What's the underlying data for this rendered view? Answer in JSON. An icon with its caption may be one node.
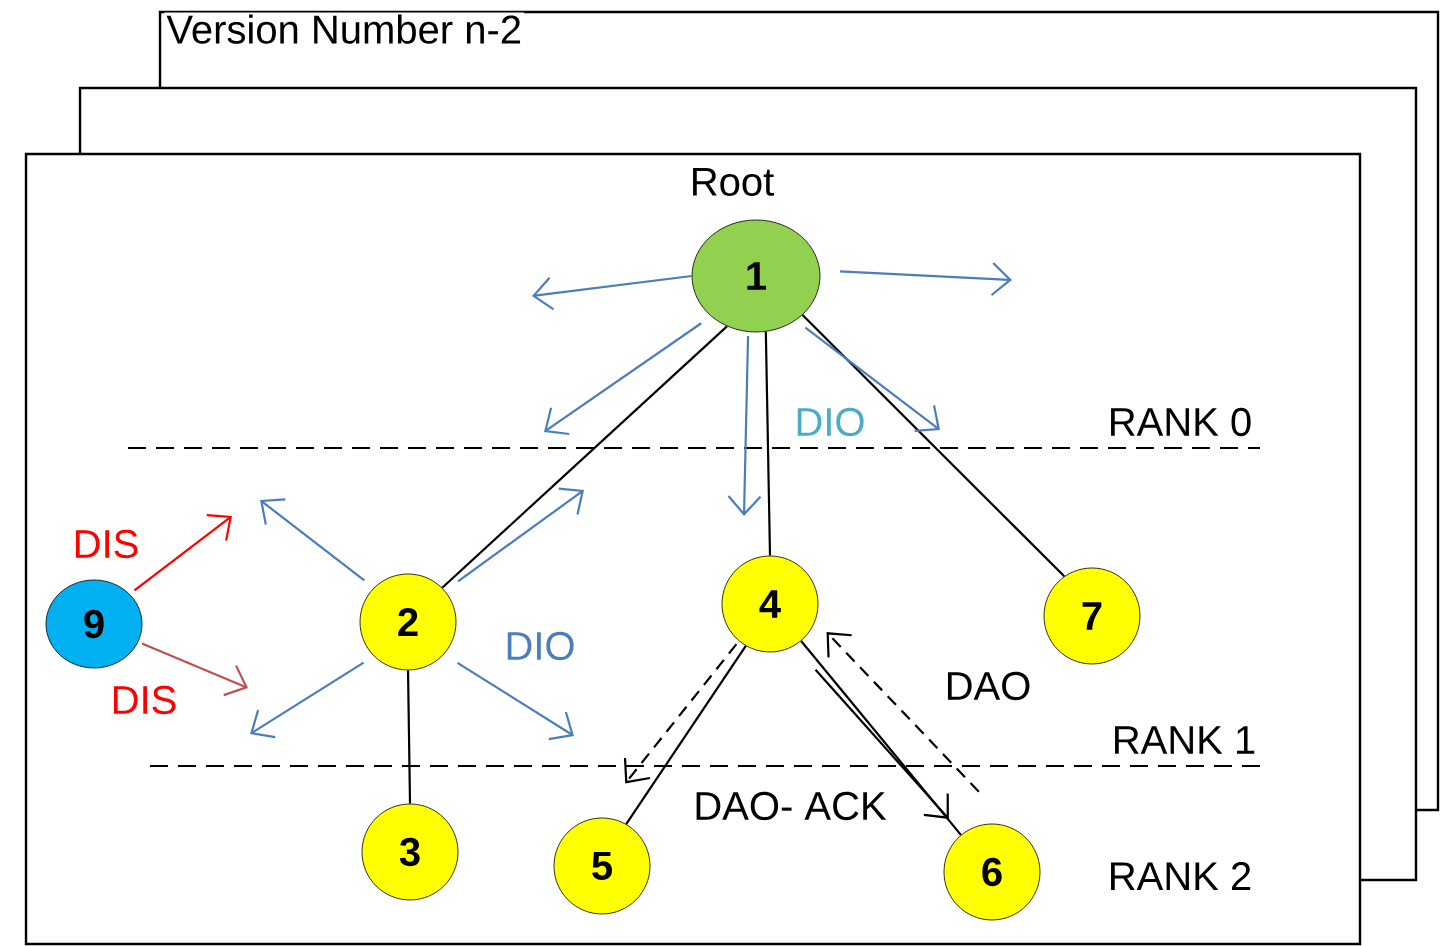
{
  "diagram": {
    "nodes": [
      {
        "text": [
          "1"
        ],
        "beside": [
          "Root"
        ]
      },
      {
        "text": [
          "2"
        ]
      },
      {
        "text": [
          "4"
        ]
      },
      {
        "text": [
          "7"
        ]
      },
      {
        "text": [
          "9"
        ]
      },
      {
        "text": [
          "3"
        ]
      },
      {
        "text": [
          "5"
        ]
      },
      {
        "text": [
          "6"
        ]
      }
    ],
    "edges": [
      {
        "from": 0,
        "to": 1,
        "arrow": "none"
      },
      {
        "from": 0,
        "to": 2,
        "arrow": "none"
      },
      {
        "from": 0,
        "to": 3,
        "arrow": "none"
      },
      {
        "from": 1,
        "to": 5,
        "arrow": "none"
      },
      {
        "from": 2,
        "to": 6,
        "arrow": "none"
      },
      {
        "from": 2,
        "to": 7,
        "arrow": "none"
      },
      {
        "from": 0,
        "to": null,
        "arrow": "to",
        "color": "#4a7ebb"
      },
      {
        "from": 0,
        "to": null,
        "arrow": "to",
        "color": "#4a7ebb"
      },
      {
        "from": 0,
        "to": null,
        "arrow": "to",
        "color": "#4a7ebb"
      },
      {
        "from": 0,
        "to": null,
        "arrow": "to",
        "color": "#4a7ebb",
        "label": "DIO"
      },
      {
        "from": 0,
        "to": null,
        "arrow": "to",
        "color": "#4a7ebb"
      },
      {
        "from": 1,
        "to": null,
        "arrow": "to",
        "color": "#4a7ebb"
      },
      {
        "from": 1,
        "to": null,
        "arrow": "to",
        "color": "#4a7ebb"
      },
      {
        "from": 1,
        "to": null,
        "arrow": "to",
        "color": "#4a7ebb"
      },
      {
        "from": 1,
        "to": null,
        "arrow": "to",
        "color": "#4a7ebb",
        "label": "DIO"
      },
      {
        "from": 4,
        "to": null,
        "arrow": "to",
        "color": "#ff0000",
        "label": "DIS"
      },
      {
        "from": 4,
        "to": null,
        "arrow": "to",
        "color": "#c0504d",
        "label": "DIS"
      },
      {
        "from": 2,
        "to": 6,
        "arrow": "to",
        "style": "dashed"
      },
      {
        "from": 7,
        "to": 2,
        "arrow": "to",
        "style": "dashed",
        "label": "DAO"
      },
      {
        "from": 2,
        "to": 7,
        "arrow": "to",
        "label": "DAO- ACK"
      }
    ],
    "labels": [
      "Version Number n-2",
      "RANK 0",
      "RANK 1",
      "RANK 2"
    ]
  }
}
